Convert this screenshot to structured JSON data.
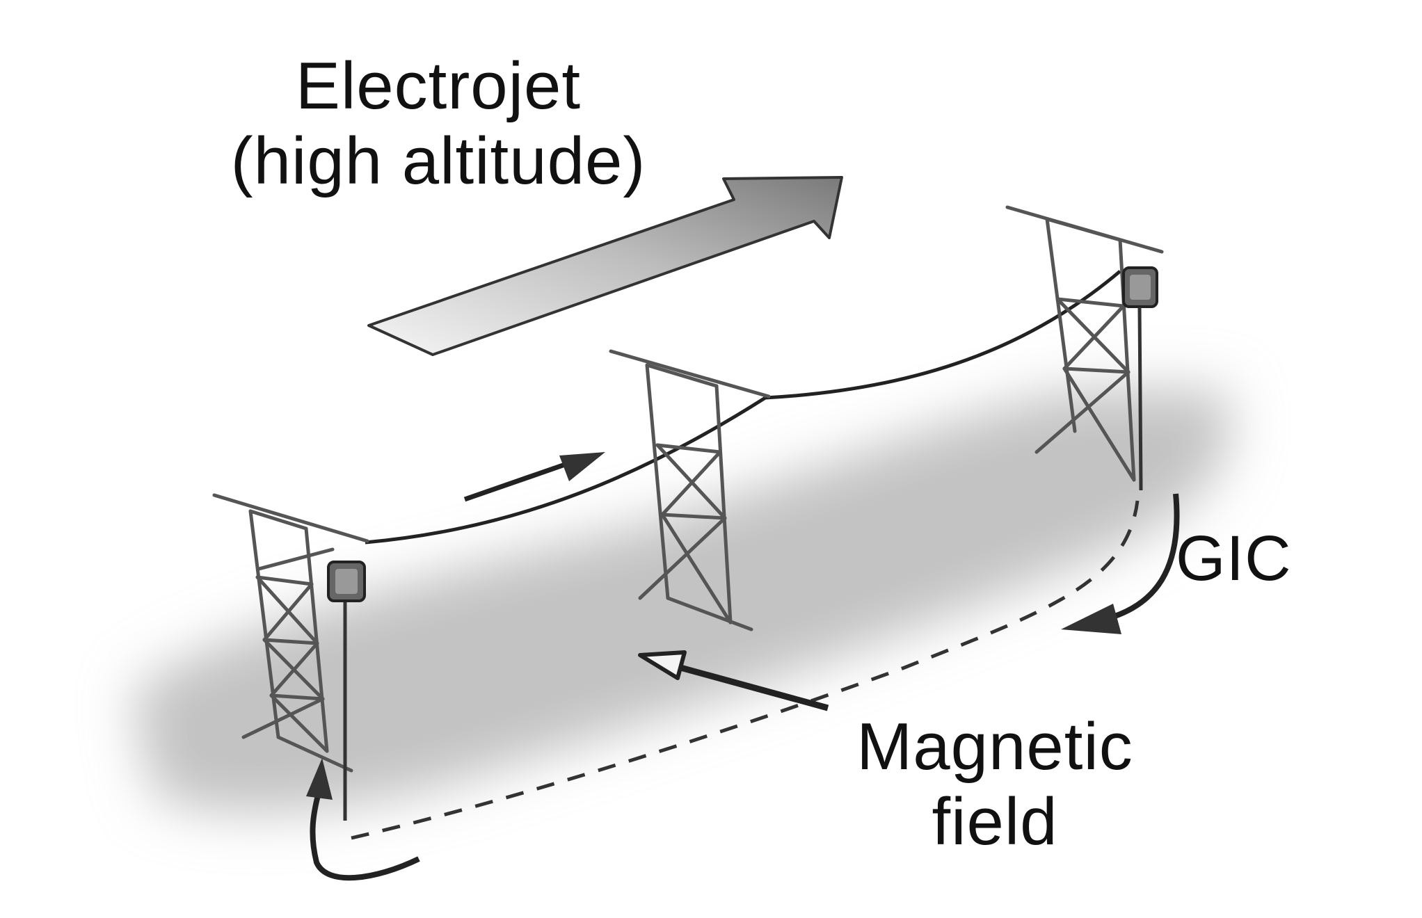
{
  "labels": {
    "electrojet_line1": "Electrojet",
    "electrojet_line2": "(high altitude)",
    "gic": "GIC",
    "magnetic_line1": "Magnetic",
    "magnetic_line2": "field"
  },
  "colors": {
    "ground": "#c9c9c9",
    "tower": "#555555",
    "line": "#222222",
    "text": "#111111",
    "arrow_fill_light": "#f4f4f4",
    "arrow_fill_dark": "#777777"
  },
  "icons": [
    "transmission-tower",
    "transformer",
    "current-arrow",
    "field-arrow"
  ]
}
